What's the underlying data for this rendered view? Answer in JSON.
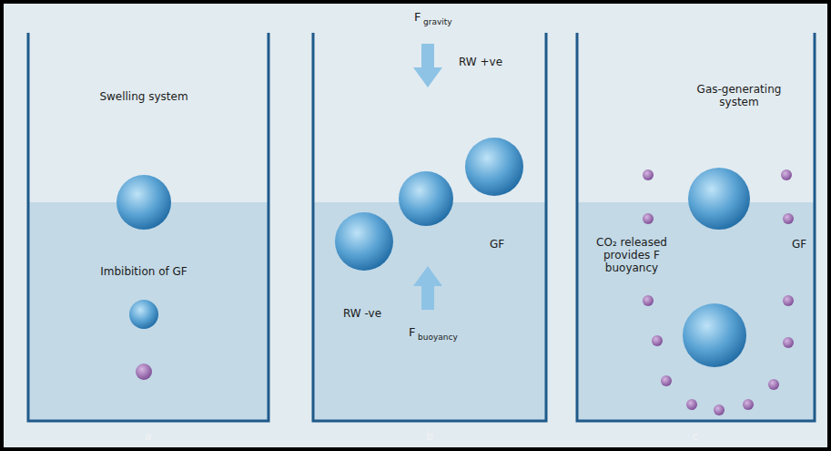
{
  "diagram": {
    "labels": [
      "Swelling system",
      "Imbibition of GF",
      "F",
      "gravity",
      "RW +ve",
      "GF",
      "RW -ve",
      "F",
      "buoyancy",
      "Gas-generating system",
      "CO₂ released provides F buoyancy",
      "GF",
      "a",
      "b",
      "c"
    ]
  }
}
